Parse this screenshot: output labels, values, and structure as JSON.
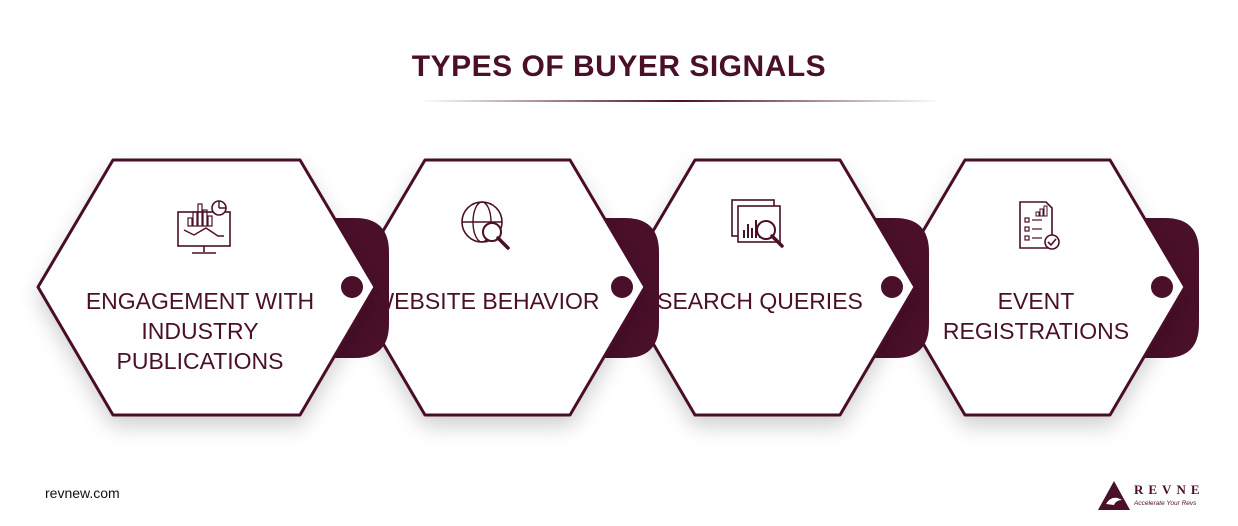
{
  "title": "TYPES OF BUYER SIGNALS",
  "colors": {
    "primary": "#4a0f29",
    "background": "#ffffff"
  },
  "cards": [
    {
      "icon": "analytics-monitor-icon",
      "label": "ENGAGEMENT WITH INDUSTRY PUBLICATIONS"
    },
    {
      "icon": "globe-search-icon",
      "label": "WEBSITE BEHAVIOR"
    },
    {
      "icon": "search-chart-icon",
      "label": "SEARCH QUERIES"
    },
    {
      "icon": "registration-document-icon",
      "label": "EVENT REGISTRATIONS"
    }
  ],
  "footer": {
    "website": "revnew.com",
    "logo_text": "REVNE",
    "logo_tagline": "Accelerate Your Revs"
  }
}
